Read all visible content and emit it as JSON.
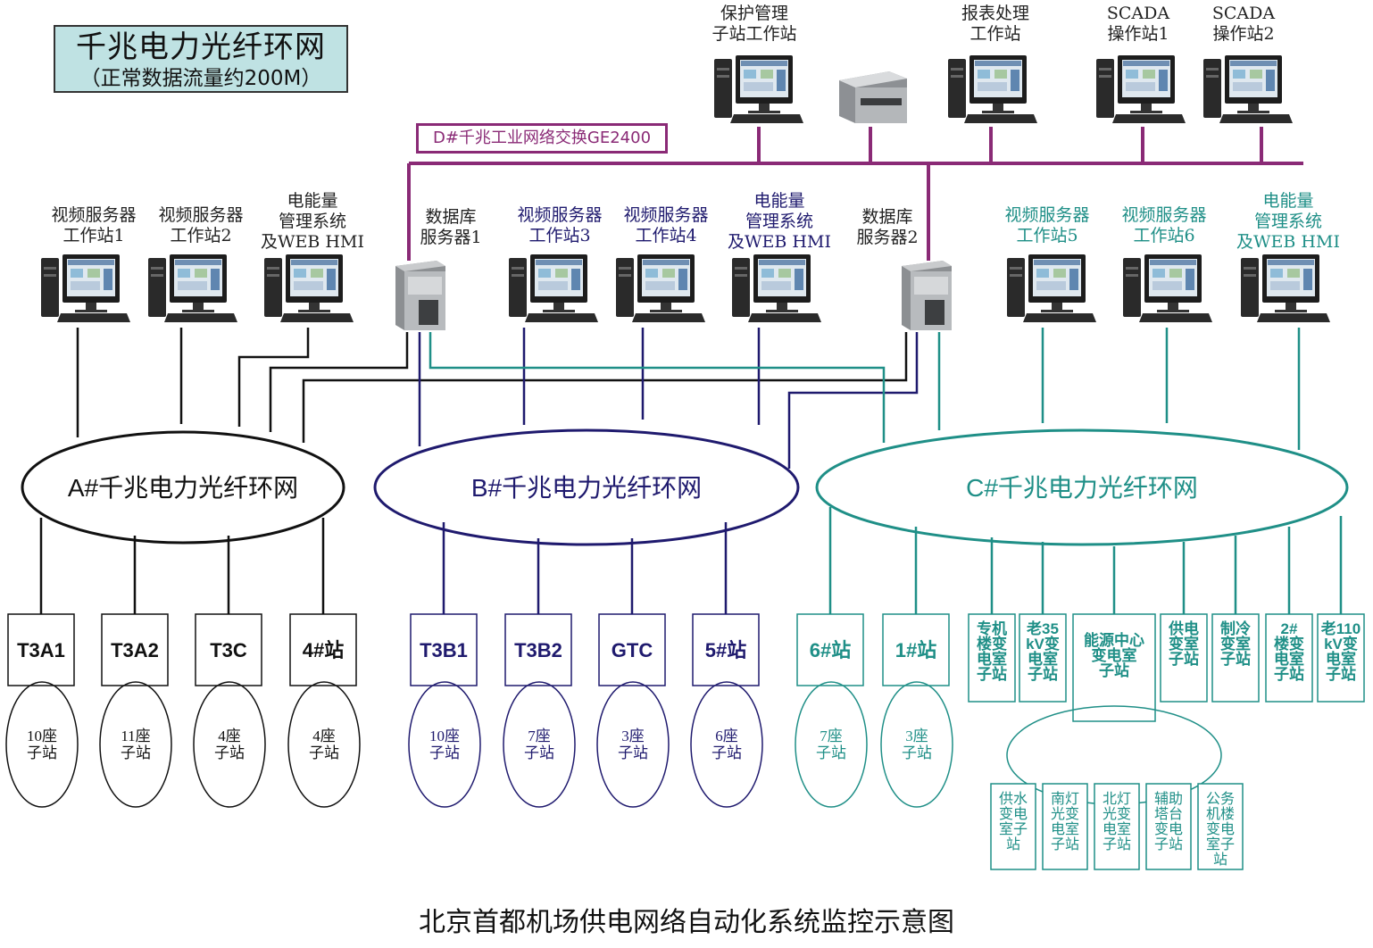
{
  "title": {
    "line1": "千兆电力光纤环网",
    "line2": "（正常数据流量约200M）"
  },
  "switch_label": "D#千兆工业网络交换GE2400",
  "top_workstations": [
    {
      "id": "protect",
      "label": "保护管理\n子站工作站",
      "kind": "pc"
    },
    {
      "id": "printer",
      "label": "",
      "kind": "printer"
    },
    {
      "id": "report",
      "label": "报表处理\n工作站",
      "kind": "pc"
    },
    {
      "id": "scada1",
      "label": "SCADA\n操作站1",
      "kind": "pc"
    },
    {
      "id": "scada2",
      "label": "SCADA\n操作站2",
      "kind": "pc"
    }
  ],
  "mid_workstations": [
    {
      "id": "vs1",
      "label": "视频服务器\n工作站1",
      "kind": "pc",
      "color": "black"
    },
    {
      "id": "vs2",
      "label": "视频服务器\n工作站2",
      "kind": "pc",
      "color": "black"
    },
    {
      "id": "em1",
      "label": "电能量\n管理系统\n及WEB HMI",
      "kind": "pc",
      "color": "black"
    },
    {
      "id": "db1",
      "label": "数据库\n服务器1",
      "kind": "server",
      "color": "black"
    },
    {
      "id": "vs3",
      "label": "视频服务器\n工作站3",
      "kind": "pc",
      "color": "navy"
    },
    {
      "id": "vs4",
      "label": "视频服务器\n工作站4",
      "kind": "pc",
      "color": "navy"
    },
    {
      "id": "em2",
      "label": "电能量\n管理系统\n及WEB HMI",
      "kind": "pc",
      "color": "navy"
    },
    {
      "id": "db2",
      "label": "数据库\n服务器2",
      "kind": "server",
      "color": "black"
    },
    {
      "id": "vs5",
      "label": "视频服务器\n工作站5",
      "kind": "pc",
      "color": "teal"
    },
    {
      "id": "vs6",
      "label": "视频服务器\n工作站6",
      "kind": "pc",
      "color": "teal"
    },
    {
      "id": "em3",
      "label": "电能量\n管理系统\n及WEB HMI",
      "kind": "pc",
      "color": "teal"
    }
  ],
  "rings": [
    {
      "id": "A",
      "label": "A#千兆电力光纤环网",
      "color": "#111111"
    },
    {
      "id": "B",
      "label": "B#千兆电力光纤环网",
      "color": "#1f1a6e"
    },
    {
      "id": "C",
      "label": "C#千兆电力光纤环网",
      "color": "#1f8f87"
    }
  ],
  "stations": [
    {
      "ring": "A",
      "label": "T3A1",
      "sub": "10座\n子站"
    },
    {
      "ring": "A",
      "label": "T3A2",
      "sub": "11座\n子站"
    },
    {
      "ring": "A",
      "label": "T3C",
      "sub": "4座\n子站"
    },
    {
      "ring": "A",
      "label": "4#站",
      "sub": "4座\n子站"
    },
    {
      "ring": "B",
      "label": "T3B1",
      "sub": "10座\n子站"
    },
    {
      "ring": "B",
      "label": "T3B2",
      "sub": "7座\n子站"
    },
    {
      "ring": "B",
      "label": "GTC",
      "sub": "3座\n子站"
    },
    {
      "ring": "B",
      "label": "5#站",
      "sub": "6座\n子站"
    },
    {
      "ring": "C",
      "label": "6#站",
      "sub": "7座\n子站"
    },
    {
      "ring": "C",
      "label": "1#站",
      "sub": "3座\n子站"
    }
  ],
  "c_small_stations": [
    {
      "label": "专机\n楼变\n电室\n子站"
    },
    {
      "label": "老35\nkV变\n电室\n子站"
    },
    {
      "label": "能源中心\n变电室\n子站"
    },
    {
      "label": "供电\n变室\n子站"
    },
    {
      "label": "制冷\n变室\n子站"
    },
    {
      "label": "2#\n楼变\n电室\n子站"
    },
    {
      "label": "老110\nkV变\n电室\n子站"
    }
  ],
  "energy_substations": [
    {
      "label": "供水\n变电\n室子\n站"
    },
    {
      "label": "南灯\n光变\n电室\n子站"
    },
    {
      "label": "北灯\n光变\n电室\n子站"
    },
    {
      "label": "辅助\n塔台\n变电\n子站"
    },
    {
      "label": "公务\n机楼\n变电\n室子\n站"
    }
  ],
  "footer": "北京首都机场供电网络自动化系统监控示意图",
  "colors": {
    "A": "#111111",
    "B": "#1f1a6e",
    "C": "#1f8f87",
    "switch": "#8a2a76"
  }
}
